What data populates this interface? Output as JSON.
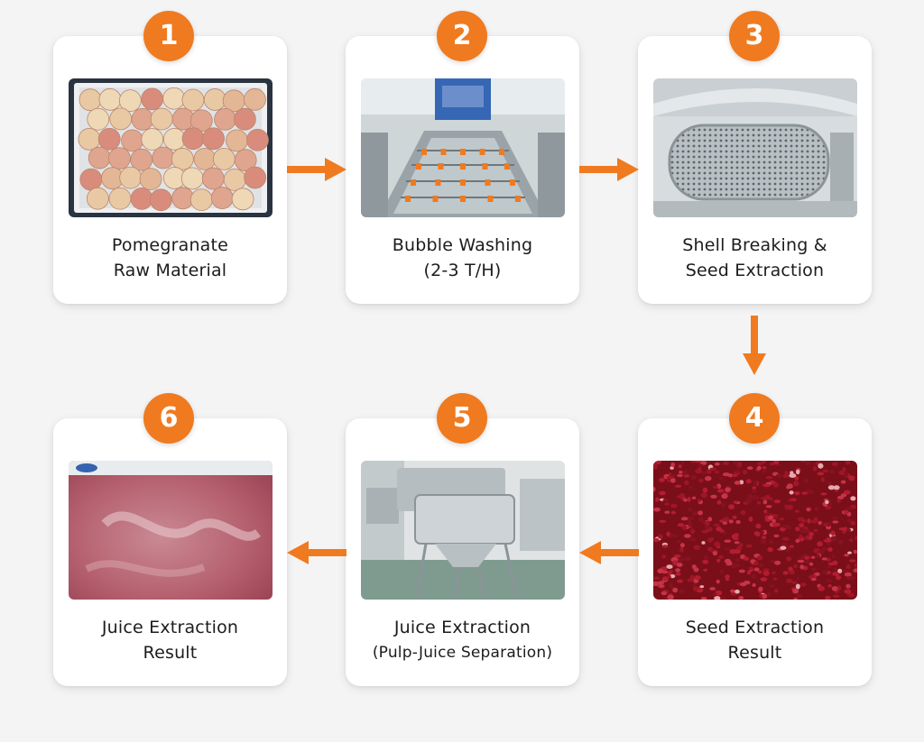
{
  "colors": {
    "accent": "#f07a1f",
    "background": "#f4f4f5",
    "card": "#ffffff",
    "text": "#1c1c1c"
  },
  "steps": [
    {
      "number": "1",
      "title_line1": "Pomegranate",
      "title_line2": "Raw Material"
    },
    {
      "number": "2",
      "title_line1": "Bubble Washing",
      "title_line2": "(2-3 T/H)"
    },
    {
      "number": "3",
      "title_line1": "Shell Breaking &",
      "title_line2": "Seed Extraction"
    },
    {
      "number": "4",
      "title_line1": "Seed Extraction",
      "title_line2": "Result"
    },
    {
      "number": "5",
      "title_line1": "Juice Extraction",
      "title_line2": "(Pulp-Juice Separation)"
    },
    {
      "number": "6",
      "title_line1": "Juice Extraction",
      "title_line2": "Result"
    }
  ],
  "arrows": [
    "arrow-right-icon",
    "arrow-right-icon",
    "arrow-down-icon",
    "arrow-left-icon",
    "arrow-left-icon"
  ]
}
